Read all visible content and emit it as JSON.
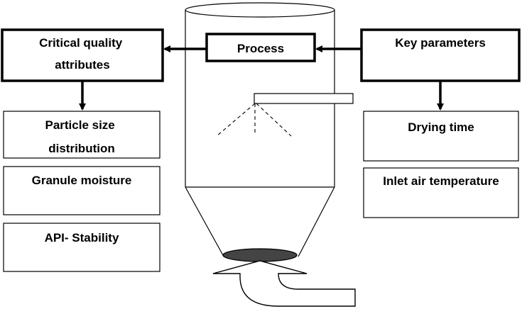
{
  "diagram": {
    "critical_quality_attributes": {
      "line1": "Critical quality",
      "line2": "attributes"
    },
    "process": {
      "label": "Process"
    },
    "key_parameters": {
      "label": "Key parameters"
    },
    "attributes": {
      "particle_size": {
        "line1": "Particle size",
        "line2": "distribution"
      },
      "granule_moisture": {
        "label": "Granule moisture"
      },
      "api_stability": {
        "label": "API- Stability"
      }
    },
    "parameters": {
      "drying_time": {
        "label": "Drying time"
      },
      "inlet_air_temperature": {
        "label": "Inlet air temperature"
      }
    }
  }
}
